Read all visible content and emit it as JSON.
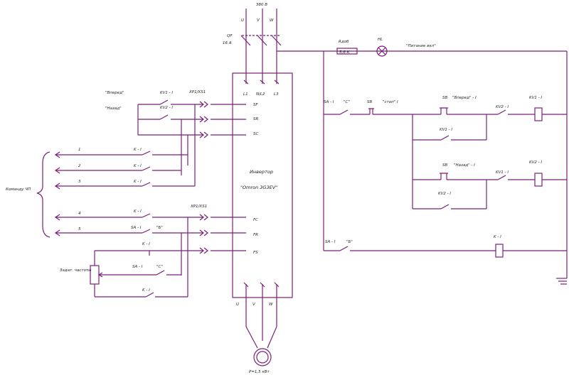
{
  "supply": {
    "voltage": "380 В",
    "phases": [
      "U",
      "V",
      "W"
    ],
    "breaker": "QF",
    "breaker_rating": "16 А"
  },
  "inverter": {
    "terminals_top": [
      "L1",
      "N/L2",
      "L3"
    ],
    "terminals_left": [
      "SF",
      "SR",
      "SC",
      "FC",
      "FR",
      "FS"
    ],
    "title": "Инвертор",
    "model": "\"Omron 3G3EV\"",
    "terminals_bottom": [
      "U",
      "V",
      "W"
    ]
  },
  "motor": {
    "label": "P=1,5 кВт"
  },
  "left": {
    "forward": "\"Вперед\"",
    "reverse": "\"Назад\"",
    "kv1": "KV1 - I",
    "kv2": "KV2 - I",
    "xp": "XP1/XS1",
    "xp2": "XP1/XS1",
    "outputs": [
      {
        "num": "1",
        "label": "K - I"
      },
      {
        "num": "2",
        "label": "K - I"
      },
      {
        "num": "3",
        "label": "K - I"
      },
      {
        "num": "4",
        "label": "K - I"
      },
      {
        "num": "5",
        "label": "SA - I"
      }
    ],
    "bracket": "Команду ЧП",
    "k_i": "K - I",
    "sa_i": "SA - I",
    "s_b": "\"Б\"",
    "s_c": "\"С\"",
    "k_i2": "K - I",
    "freq_set": "Задат. частоты"
  },
  "right": {
    "rdob": "Rдоб",
    "rdob_val": "5,6 К",
    "hl": "HL",
    "supply_label": "\"Питание вкл\"",
    "sa_c": "SA - I",
    "c_lbl": "\"С\"",
    "sb_stop": "SB",
    "stop_lbl": "\"стоп\" I",
    "sb_fwd": "SB",
    "fwd_lbl": "\"Вперед\" - I",
    "kv2_nc": "KV2 - I",
    "kv1_coil": "KV1 - I",
    "kv1_hold": "KV1 - I",
    "sb_rev": "SB",
    "rev_lbl": "\"Назад\" - I",
    "kv1_nc": "KV1 - I",
    "kv2_coil": "KV2 - I",
    "kv2_hold": "KV2 - I",
    "sa_b": "SA - I",
    "b_lbl": "\"Б\"",
    "k_coil": "K - I"
  }
}
